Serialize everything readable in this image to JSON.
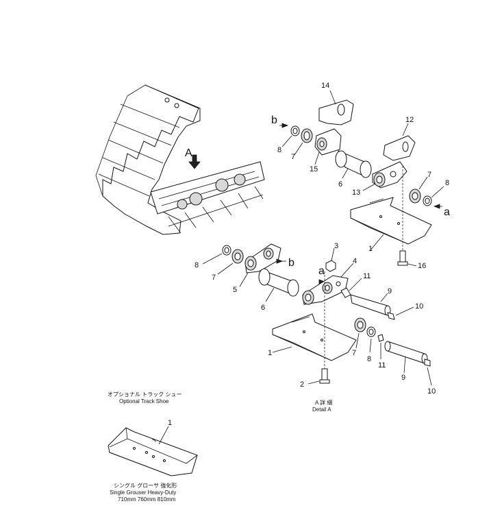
{
  "labels": {
    "n1_top": "1",
    "n1_bottom": "1",
    "n1_optional": "1",
    "n2": "2",
    "n3": "3",
    "n4": "4",
    "n5": "5",
    "n6_top": "6",
    "n6_bottom": "6",
    "n7_top_left": "7",
    "n7_top_right": "7",
    "n7_mid_left": "7",
    "n7_bottom": "7",
    "n8_top_left": "8",
    "n8_top_right": "8",
    "n8_mid_left": "8",
    "n8_bottom": "8",
    "n9_a": "9",
    "n9_b": "9",
    "n10_a": "10",
    "n10_b": "10",
    "n11_a": "11",
    "n11_b": "11",
    "n12": "12",
    "n13": "13",
    "n14": "14",
    "n15": "15",
    "n16": "16",
    "A": "A",
    "a_top": "a",
    "a_mid": "a",
    "b_top": "b",
    "b_mid": "b"
  },
  "captions": {
    "detail_jp": "A 詳 細",
    "detail_en": "Detail A",
    "optional_jp": "オプショナル トラック シュー",
    "optional_en": "Optional Track Shoe",
    "single_jp": "シングル グローサ 強化形",
    "single_en": "Single Grouser Heavy-Duty",
    "sizes": "710mm 760mm 810mm"
  }
}
